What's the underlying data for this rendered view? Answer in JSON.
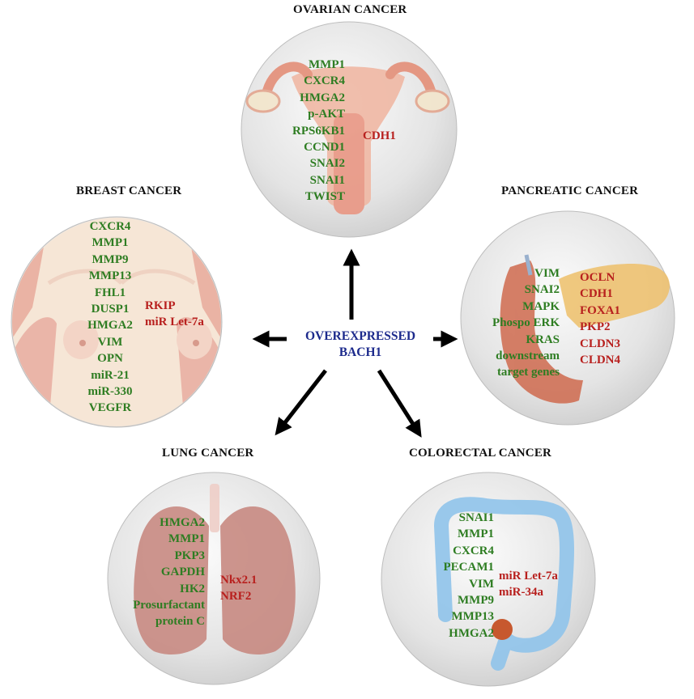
{
  "center": {
    "line1": "OVEREXPRESSED",
    "line2": "BACH1"
  },
  "colors": {
    "up": "#2e7d22",
    "down": "#b8201e",
    "center": "#1c2a8c"
  },
  "panels": {
    "ovarian": {
      "title": "OVARIAN CANCER",
      "up": [
        "MMP1",
        "CXCR4",
        "HMGA2",
        "p-AKT",
        "RPS6KB1",
        "CCND1",
        "SNAI2",
        "SNAI1",
        "TWIST"
      ],
      "down": [
        "CDH1"
      ]
    },
    "breast": {
      "title": "BREAST CANCER",
      "up": [
        "CXCR4",
        "MMP1",
        "MMP9",
        "MMP13",
        "FHL1",
        "DUSP1",
        "HMGA2",
        "VIM",
        "OPN",
        "miR-21",
        "miR-330",
        "VEGFR"
      ],
      "down": [
        "RKIP",
        "miR Let-7a"
      ]
    },
    "pancreatic": {
      "title": "PANCREATIC CANCER",
      "up": [
        "VIM",
        "SNAI2",
        "MAPK",
        "Phospo ERK",
        "KRAS",
        "downstream",
        "target genes"
      ],
      "down": [
        "OCLN",
        "CDH1",
        "FOXA1",
        "PKP2",
        "CLDN3",
        "CLDN4"
      ]
    },
    "lung": {
      "title": "LUNG CANCER",
      "up": [
        "HMGA2",
        "MMP1",
        "PKP3",
        "GAPDH",
        "HK2",
        "Prosurfactant",
        "protein C"
      ],
      "down": [
        "Nkx2.1",
        "NRF2"
      ]
    },
    "colorectal": {
      "title": "COLORECTAL CANCER",
      "up": [
        "SNAI1",
        "MMP1",
        "CXCR4",
        "PECAM1",
        "VIM",
        "MMP9",
        "MMP13",
        "HMGA2"
      ],
      "down": [
        "miR Let-7a",
        "miR-34a"
      ]
    }
  }
}
